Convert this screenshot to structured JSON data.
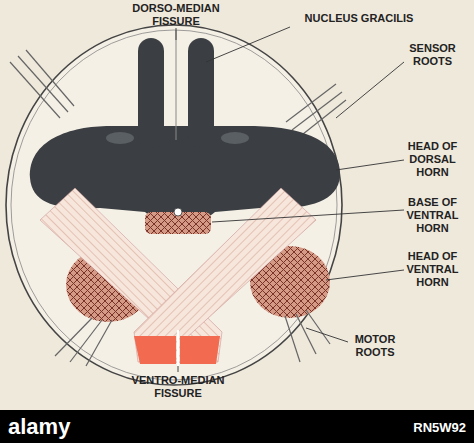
{
  "diagram": {
    "labels": [
      "DORSO-MEDIAN FISSURE",
      "NUCLEUS GRACILIS",
      "SENSOR ROOTS",
      "HEAD OF DORSAL HORN",
      "BASE OF VENTRAL HORN",
      "HEAD OF VENTRAL HORN",
      "MOTOR ROOTS",
      "VENTRO-MEDIAN FISSURE",
      "alamy",
      "RN5W92"
    ]
  }
}
